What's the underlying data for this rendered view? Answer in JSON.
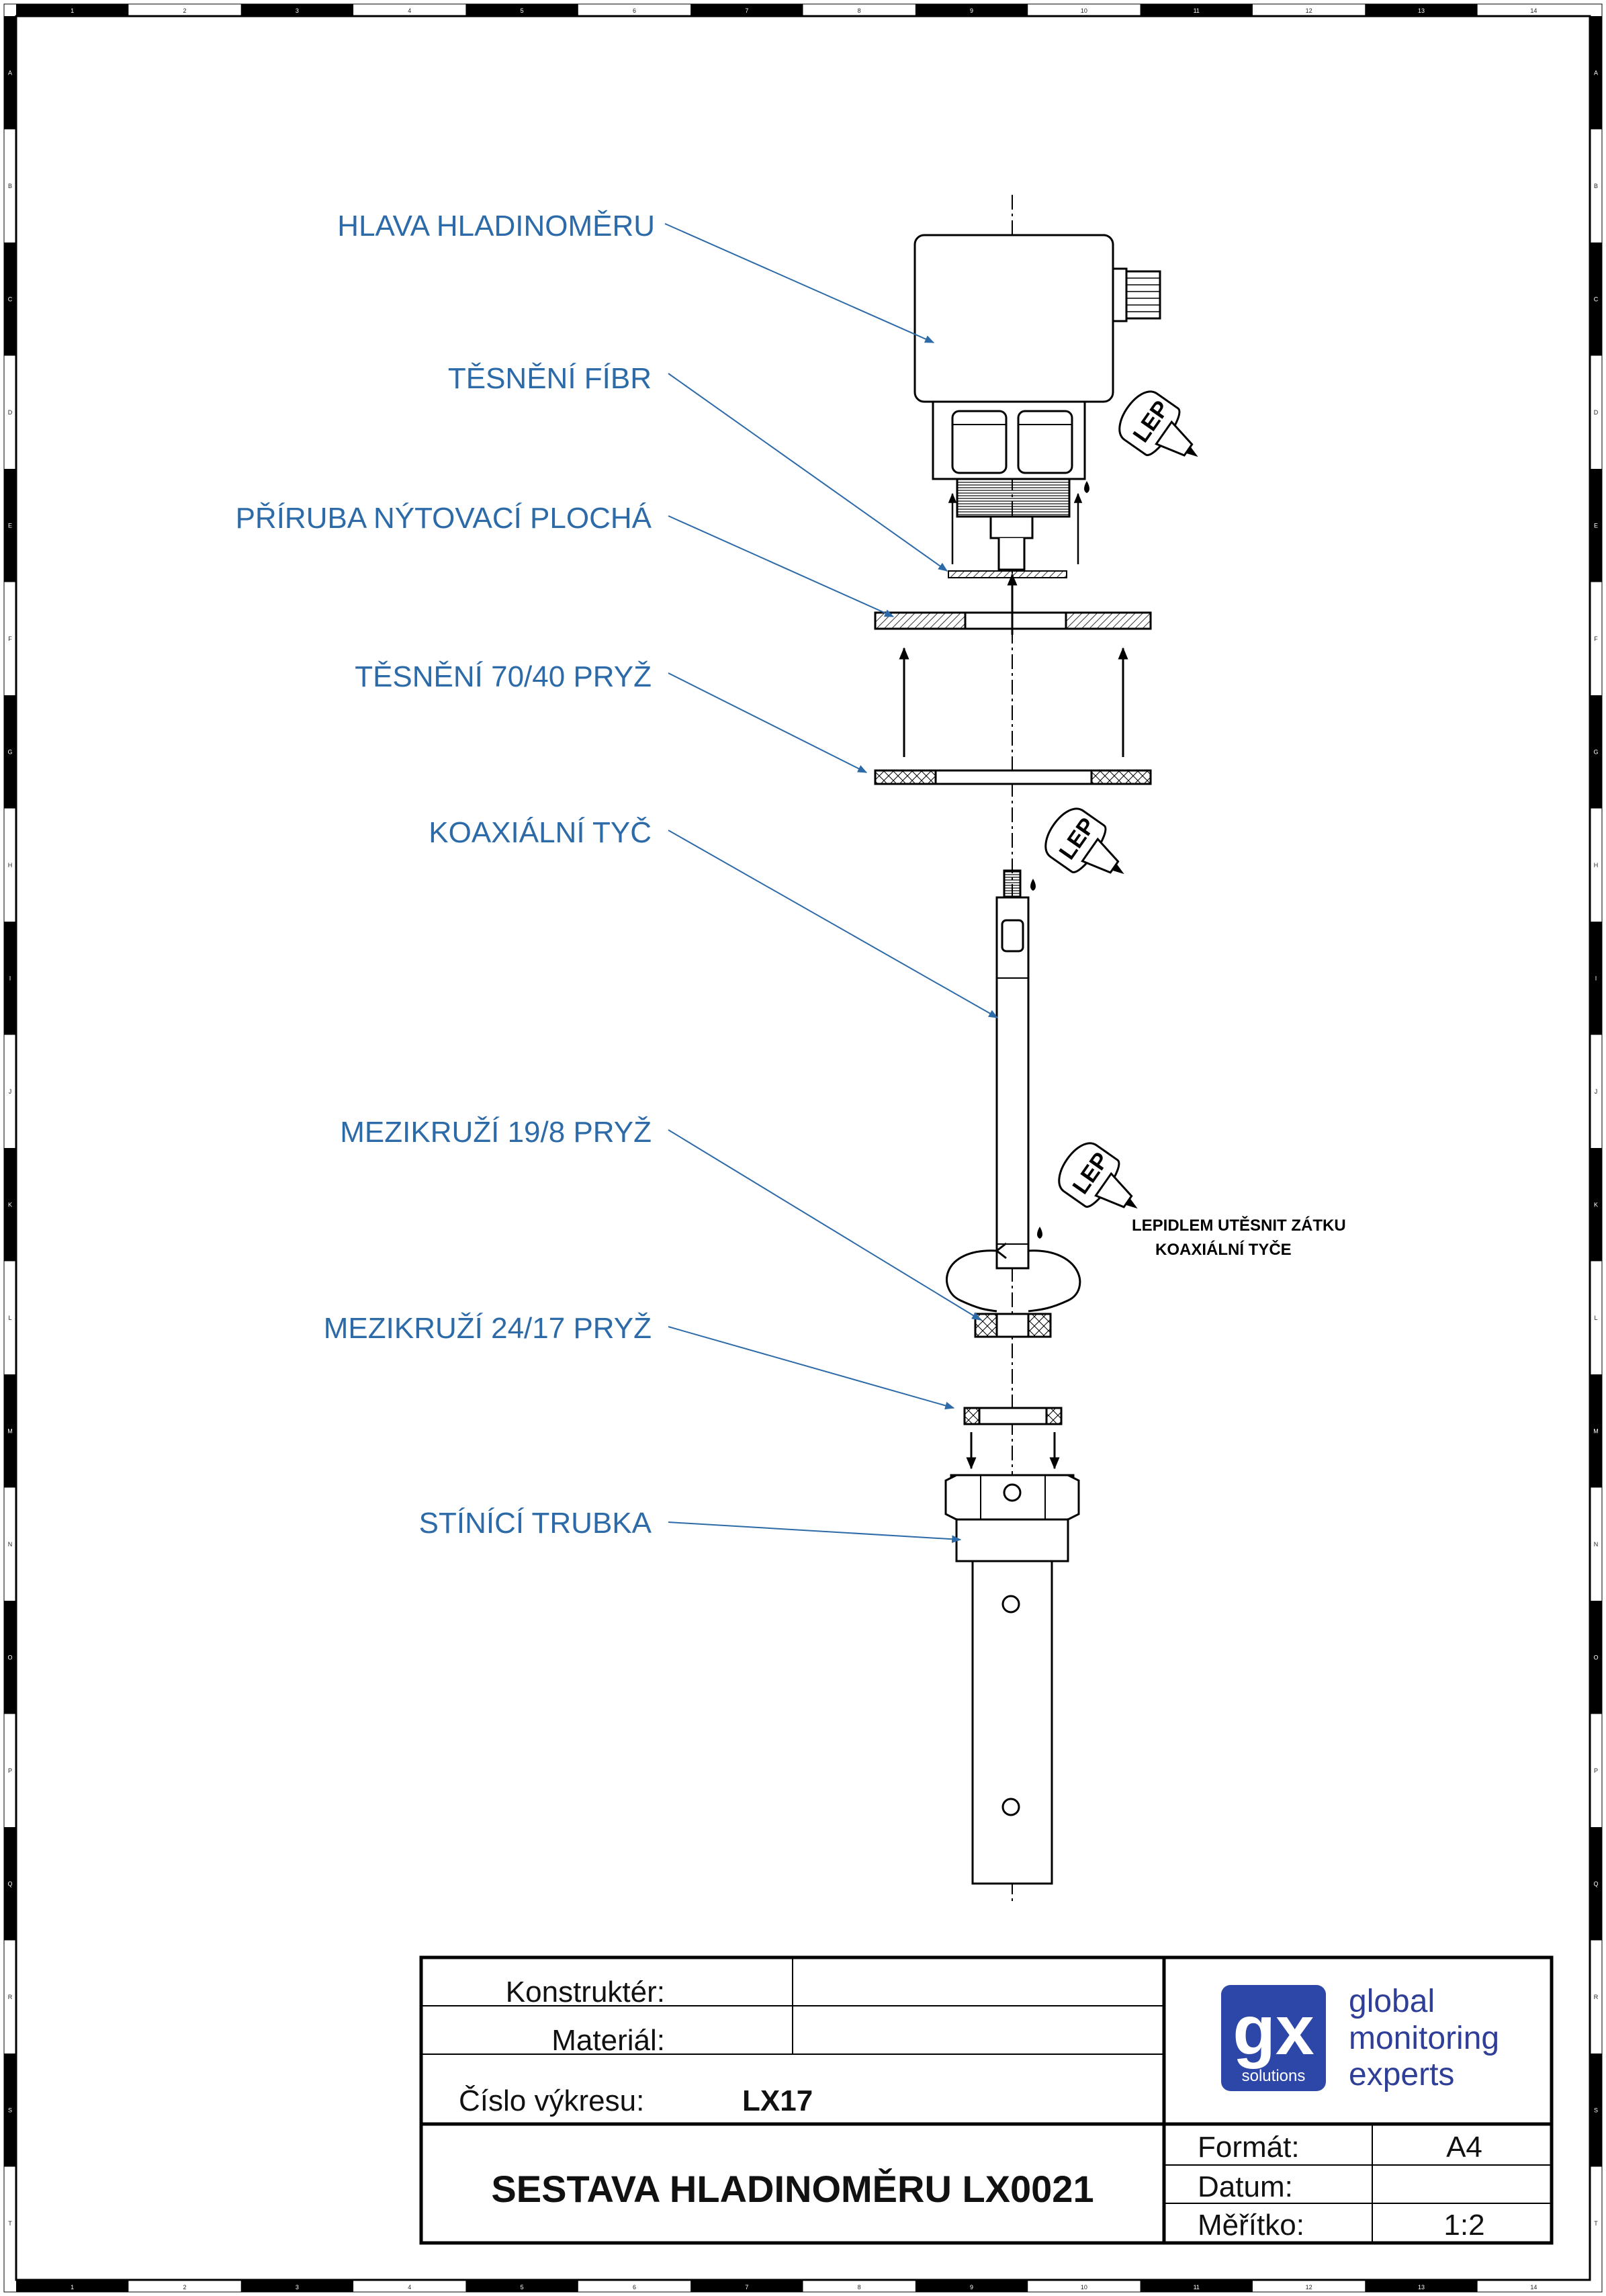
{
  "frame": {
    "column_markers": [
      "1",
      "2",
      "3",
      "4",
      "5",
      "6",
      "7",
      "8",
      "9",
      "10",
      "11",
      "12",
      "13",
      "14"
    ],
    "row_markers": [
      "A",
      "B",
      "C",
      "D",
      "E",
      "F",
      "G",
      "H",
      "I",
      "J",
      "K",
      "L",
      "M",
      "N",
      "O",
      "P",
      "Q",
      "R",
      "S",
      "T"
    ]
  },
  "callouts": {
    "head": "HLAVA HLADINOMĚRU",
    "fiber_seal": "TĚSNĚNÍ FÍBR",
    "flange": "PŘÍRUBA NÝTOVACÍ PLOCHÁ",
    "rubber_seal": "TĚSNĚNÍ 70/40 PRYŽ",
    "coax_rod": "KOAXIÁLNÍ TYČ",
    "spacer_19": "MEZIKRUŽÍ 19/8 PRYŽ",
    "spacer_24": "MEZIKRUŽÍ 24/17 PRYŽ",
    "shield_tube": "STÍNÍCÍ TRUBKA"
  },
  "glue": {
    "tag": "LEP",
    "note_line1": "LEPIDLEM UTĚSNIT ZÁTKU",
    "note_line2": "KOAXIÁLNÍ TYČE"
  },
  "title_block": {
    "designer_label": "Konstruktér:",
    "designer_value": "",
    "material_label": "Materiál:",
    "material_value": "",
    "drawing_no_label": "Číslo výkresu:",
    "drawing_no_value": "LX17",
    "title": "SESTAVA HLADINOMĚRU LX0021",
    "format_label": "Formát:",
    "format_value": "A4",
    "date_label": "Datum:",
    "date_value": "",
    "scale_label": "Měřítko:",
    "scale_value": "1:2"
  },
  "logo": {
    "mark": "gx",
    "sub": "solutions",
    "line1": "global",
    "line2": "monitoring",
    "line3": "experts"
  },
  "colors": {
    "callout": "#2c6aa8",
    "logo_badge": "#2d47a8",
    "logo_text": "#2f3e97",
    "ink": "#000000"
  }
}
